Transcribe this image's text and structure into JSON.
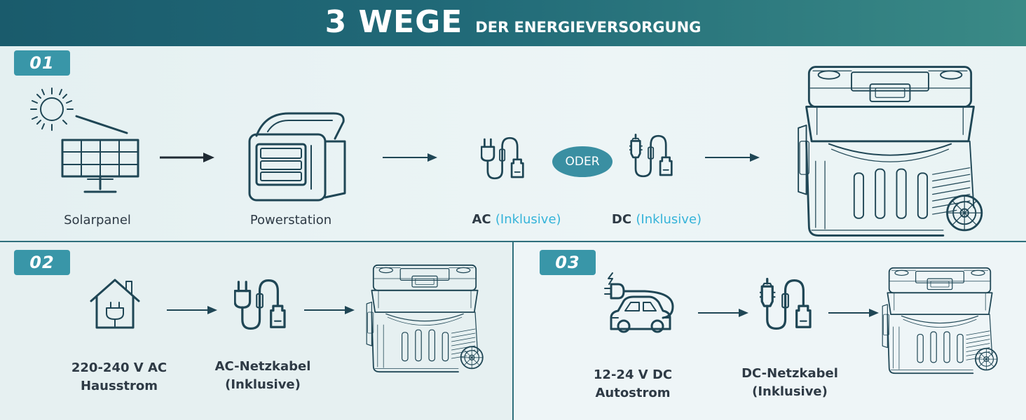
{
  "header": {
    "title_big": "3 WEGE",
    "title_small": "DER ENERGIEVERSORGUNG"
  },
  "colors": {
    "header_start": "#1a5b6c",
    "header_end": "#3a8a86",
    "badge": "#3996a8",
    "highlight": "#35b3d9",
    "icon": "#1f4655"
  },
  "section1": {
    "badge": "01",
    "solar_label": "Solarpanel",
    "powerstation_label": "Powerstation",
    "ac_label": "AC",
    "ac_note": "(Inklusive)",
    "or_label": "ODER",
    "dc_label": "DC",
    "dc_note": "(Inklusive)",
    "icons": [
      "sun-icon",
      "solar-panel-icon",
      "arrow-right-icon",
      "power-station-icon",
      "arrow-right-icon",
      "ac-cable-icon",
      "dc-cable-icon",
      "arrow-right-icon",
      "cooler-box-icon"
    ]
  },
  "section2": {
    "badge": "02",
    "source_line1": "220-240 V AC",
    "source_line2": "Hausstrom",
    "cable_line1": "AC-Netzkabel",
    "cable_line2": "(Inklusive)",
    "icons": [
      "house-plug-icon",
      "arrow-right-icon",
      "ac-cable-icon",
      "arrow-right-icon",
      "cooler-box-icon"
    ]
  },
  "section3": {
    "badge": "03",
    "source_line1": "12-24 V DC",
    "source_line2": "Autostrom",
    "cable_line1": "DC-Netzkabel",
    "cable_line2": "(Inklusive)",
    "icons": [
      "electric-car-icon",
      "arrow-right-icon",
      "dc-cable-icon",
      "arrow-right-icon",
      "cooler-box-icon"
    ]
  }
}
